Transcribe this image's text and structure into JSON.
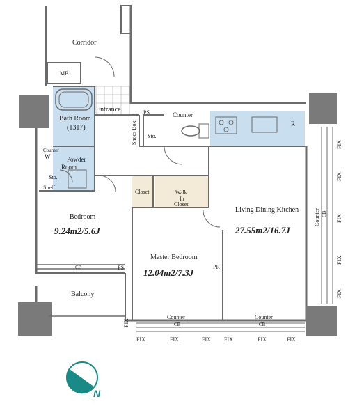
{
  "rooms": {
    "corridor": "Corridor",
    "mb": "MB",
    "entrance": "Entrance",
    "ps_top": "PS",
    "counter_top": "Counter",
    "r": "R",
    "bath_room": "Bath Room",
    "bath_size": "(1317)",
    "shoes_box": "Shoes Box",
    "sto_top": "Sto.",
    "w": "W",
    "counter_powder": "Counter",
    "powder_room": "Powder",
    "powder_room2": "Room",
    "sto_powder": "Sto.",
    "shelf": "Shelf",
    "closet": "Closet",
    "walk": "Walk",
    "in": "In",
    "closet2": "Closet",
    "bedroom": "Bedroom",
    "bedroom_area": "9.24m2/5.6J",
    "ldk": "Living Dining Kitchen",
    "ldk_area": "27.55m2/16.7J",
    "master_bedroom": "Master Bedroom",
    "master_area": "12.04m2/7.3J",
    "pr": "PR",
    "cb_balcony": "CB",
    "ps_balcony": "PS",
    "balcony": "Balcony",
    "counter_left": "Counter",
    "cb_left": "CB",
    "counter_right": "Counter",
    "cb_right": "CB",
    "counter_vertical": "Counter",
    "cb_vertical": "CB",
    "fix": "FIX",
    "north": "N"
  },
  "colors": {
    "wet_area": "#c9deee",
    "closet_fill": "#f3ead7",
    "wall": "#6b6b6b",
    "compass": "#1a8a86"
  }
}
